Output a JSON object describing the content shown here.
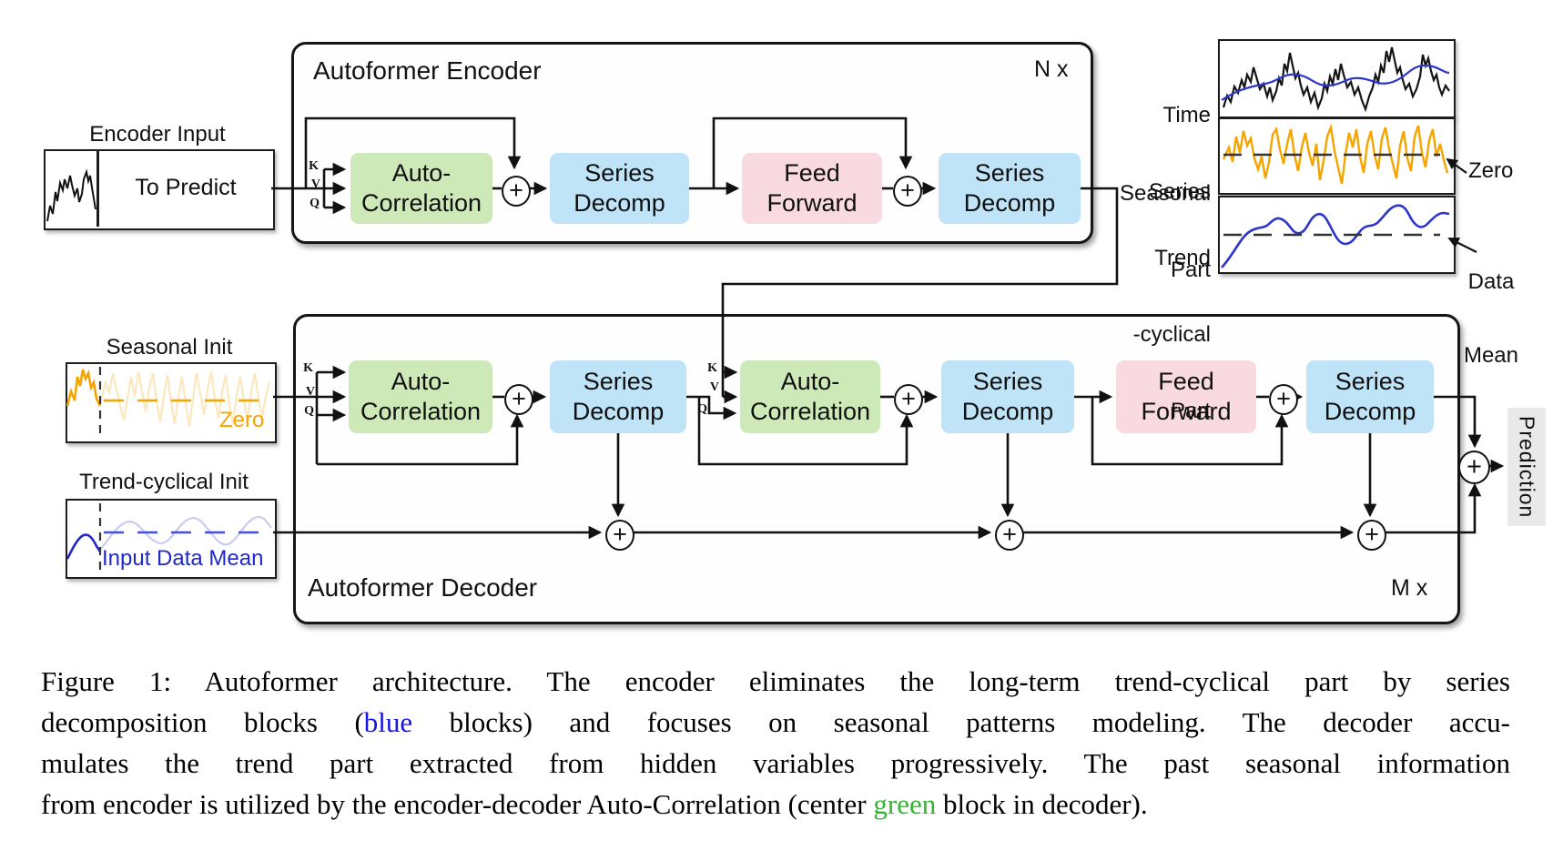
{
  "figure": {
    "encoder_input": {
      "label": "Encoder Input",
      "value": "To Predict"
    },
    "encoder": {
      "title": "Autoformer Encoder",
      "repeat": "N x"
    },
    "decoder": {
      "title": "Autoformer Decoder",
      "repeat": "M x"
    },
    "blocks": {
      "auto_correlation": [
        "Auto-",
        "Correlation"
      ],
      "series_decomp": [
        "Series",
        "Decomp"
      ],
      "feed_forward": [
        "Feed",
        "Forward"
      ]
    },
    "ports": {
      "k": "K",
      "v": "V",
      "q": "Q"
    },
    "add_symbol": "+",
    "legend": {
      "time_series_label": [
        "Time",
        "Series"
      ],
      "seasonal_label": [
        "Seasonal",
        "Part"
      ],
      "trend_label": [
        "Trend",
        "-cyclical",
        "Part"
      ],
      "zero_annotation": "Zero",
      "data_mean_annotation": [
        "Data",
        "Mean"
      ]
    },
    "inits": {
      "seasonal": {
        "label": "Seasonal Init",
        "annotation": "Zero"
      },
      "trend": {
        "label": "Trend-cyclical Init",
        "annotation": "Input Data Mean"
      }
    },
    "output_label": "Prediction"
  },
  "caption": {
    "line1": "Figure 1: Autoformer architecture. The encoder eliminates the long-term trend-cyclical part by series",
    "line2_pre": "decomposition blocks (",
    "line2_blue": "blue",
    "line2_post": " blocks) and focuses on seasonal patterns modeling. The decoder accu-",
    "line3": "mulates the trend part extracted from hidden variables progressively. The past seasonal information",
    "line4_pre": "from encoder is utilized by the encoder-decoder Auto-Correlation (center ",
    "line4_green": "green",
    "line4_post": " block in decoder)."
  },
  "colors": {
    "green_block": "#cde9b8",
    "blue_block": "#bfe3f7",
    "pink_block": "#f8dae0",
    "orange_series": "#f5a400",
    "blue_series": "#2b35cc",
    "caption_blue": "#1414e8",
    "caption_green": "#33b433",
    "prediction_bg": "#e9e9e9"
  }
}
